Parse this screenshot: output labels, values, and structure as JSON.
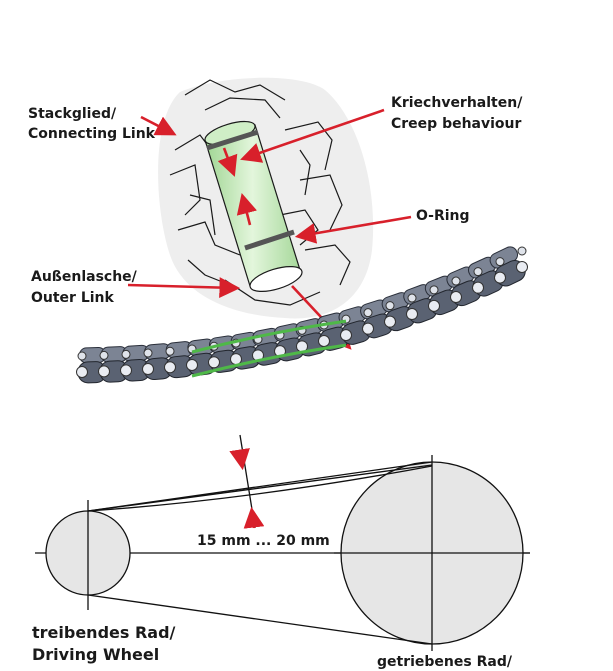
{
  "labels": {
    "connecting_link_de": "Stackglied/",
    "connecting_link_en": "Connecting Link",
    "creep_de": "Kriechverhalten/",
    "creep_en": "Creep behaviour",
    "oring": "O-Ring",
    "outer_link_de": "Außenlasche/",
    "outer_link_en": "Outer Link",
    "sag": "15 mm ... 20 mm",
    "driving_de": "treibendes Rad/",
    "driving_en": "Driving Wheel",
    "driven_de": "getriebenes Rad/"
  },
  "colors": {
    "arrow": "#d8202b",
    "pin_green": "#bfe6b3",
    "chain_plate": "#5a6272",
    "highlight_green": "#4fb848",
    "wheel_fill": "#e6e6e6"
  },
  "icons": [
    "red-pointer-arrow",
    "pin-cross-section",
    "roller-chain",
    "sprocket-wheel"
  ]
}
